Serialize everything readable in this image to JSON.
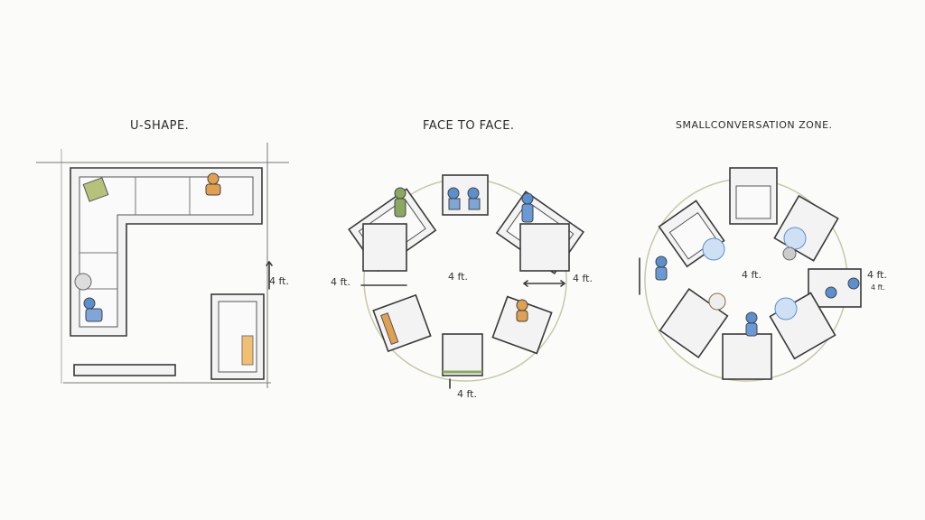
{
  "layouts": [
    {
      "title": "U-SHAPE.",
      "dimension_labels": [
        "4 ft."
      ]
    },
    {
      "title": "FACE TO FACE.",
      "dimension_labels": [
        "4 ft.",
        "4 ft.",
        "4 ft.",
        "4 ft."
      ]
    },
    {
      "title": "SMALLCONVERSATION ZONE.",
      "dimension_labels": [
        "4 ft.",
        "4 ft.",
        "4 ft."
      ]
    }
  ],
  "colors": {
    "ink": "#3a3a3a",
    "accent_orange": "#e0a050",
    "accent_blue": "#5a8fd0",
    "accent_green": "#8aa860",
    "guide_circle": "#c8c8a8"
  }
}
